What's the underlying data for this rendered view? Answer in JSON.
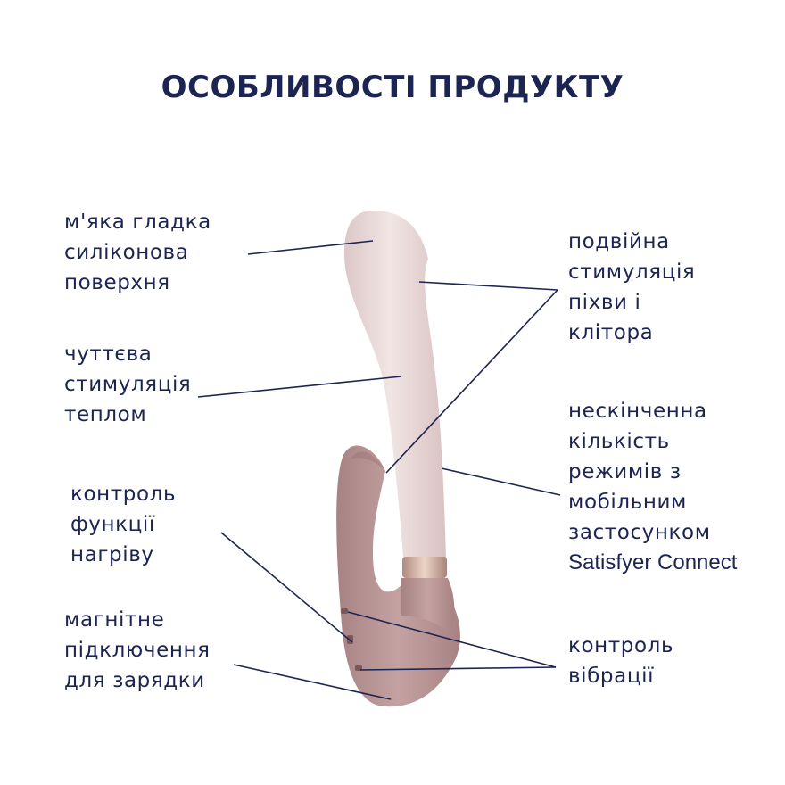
{
  "title": "ОСОБЛИВОСТІ ПРОДУКТУ",
  "colors": {
    "text": "#1c2451",
    "shaft": "#e8d8d8",
    "handle": "#b99596",
    "ring": "#c9a99a"
  },
  "features": [
    {
      "id": "soft-silicone",
      "lines": [
        "м'яка гладка",
        "силіконова",
        "поверхня"
      ]
    },
    {
      "id": "warming",
      "lines": [
        "чуттєва",
        "стимуляція",
        "теплом"
      ]
    },
    {
      "id": "heat-control",
      "lines": [
        "контроль",
        "функції",
        "нагріву"
      ]
    },
    {
      "id": "magnetic-charging",
      "lines": [
        "магнітне",
        "підключення",
        "для зарядки"
      ]
    },
    {
      "id": "dual-stimulation",
      "lines": [
        "подвійна",
        "стимуляція",
        "піхви і",
        "клітора"
      ]
    },
    {
      "id": "app-modes",
      "lines": [
        "нескінченна",
        "кількість",
        "режимів з",
        "мобільним",
        "застосунком",
        "Satisfyer Connect"
      ]
    },
    {
      "id": "vibration-control",
      "lines": [
        "контроль",
        "вібрації"
      ]
    }
  ]
}
